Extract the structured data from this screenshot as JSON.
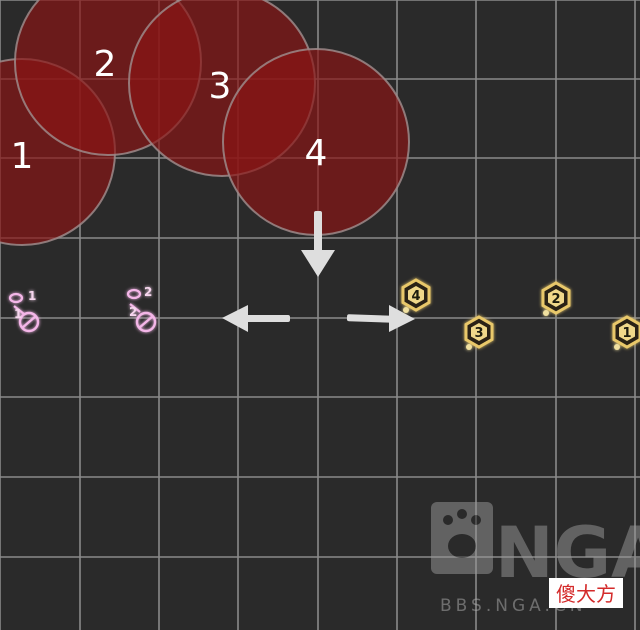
{
  "aoe_circles": [
    {
      "label": "1"
    },
    {
      "label": "2"
    },
    {
      "label": "3"
    },
    {
      "label": "4"
    }
  ],
  "pink_markers": [
    {
      "label": "1"
    },
    {
      "label": "2"
    }
  ],
  "yellow_markers": [
    {
      "label": "4"
    },
    {
      "label": "3"
    },
    {
      "label": "2"
    },
    {
      "label": "1"
    }
  ],
  "watermark": {
    "logo": "NGA",
    "url": "BBS.NGA.CN",
    "tag": "傻大方"
  },
  "colors": {
    "background": "#2a2a2a",
    "grid": "#8a8a8a",
    "aoe_fill": "#8a1414",
    "pink_marker": "#f4b6e8",
    "yellow_marker": "#e9c86b",
    "arrow": "#dedede"
  }
}
